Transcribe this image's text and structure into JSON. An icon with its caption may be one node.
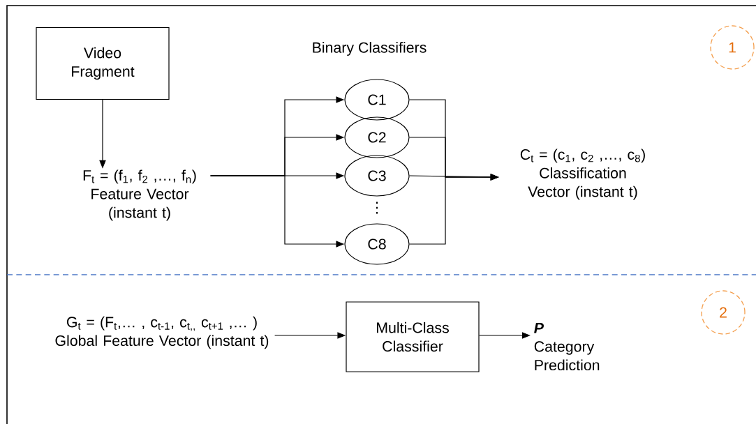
{
  "diagram": {
    "nodes": [
      {
        "text": [
          "Video Fragment"
        ]
      },
      {
        "text": [
          "F$_{t}$ = (f$_{1}$, f$_{2}$ ,…, f$_{n}$)",
          "Feature Vector (instant t)"
        ]
      },
      {
        "text": [
          "C1"
        ]
      },
      {
        "text": [
          "C2"
        ]
      },
      {
        "text": [
          "C3"
        ]
      },
      {
        "text": [
          "C8"
        ]
      },
      {
        "text": [
          "C$_{t}$ = (c$_{1}$, c$_{2}$ ,…, c$_{8}$)",
          "Classification Vector (instant t)"
        ]
      },
      {
        "text": [
          "G$_{t}$ = (F$_{t}$,… , c$_{t-1}$, c$_{t,,}$ c$_{t+1}$ ,… )",
          "Global Feature Vector (instant t)"
        ]
      },
      {
        "text": [
          "Multi-Class Classifier"
        ]
      },
      {
        "text": [
          "P",
          "Category Prediction"
        ]
      },
      {
        "text": [
          "1"
        ]
      },
      {
        "text": [
          "2"
        ]
      }
    ],
    "edges": [
      {
        "from": 0,
        "to": 1,
        "arrow": "to"
      },
      {
        "from": 1,
        "to": 2,
        "arrow": "to"
      },
      {
        "from": 1,
        "to": 3,
        "arrow": "to"
      },
      {
        "from": 1,
        "to": 4,
        "arrow": "to"
      },
      {
        "from": 1,
        "to": 5,
        "arrow": "to"
      },
      {
        "from": 2,
        "to": 6,
        "arrow": "to"
      },
      {
        "from": 3,
        "to": 6,
        "arrow": "to"
      },
      {
        "from": 4,
        "to": 6,
        "arrow": "to"
      },
      {
        "from": 5,
        "to": 6,
        "arrow": "to"
      },
      {
        "from": 7,
        "to": 8,
        "arrow": "to"
      },
      {
        "from": 8,
        "to": 9,
        "arrow": "to"
      }
    ],
    "labels": [
      "Binary Classifiers",
      "⋮"
    ]
  }
}
